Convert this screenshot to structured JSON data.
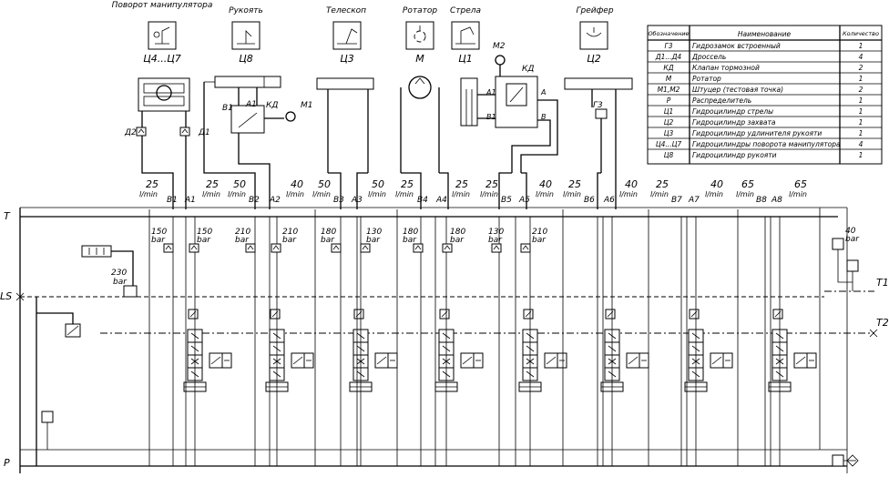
{
  "functions": [
    {
      "title": "Поворот манипулятора",
      "code": "Ц4...Ц7",
      "icon": "manipulator-rotate-icon"
    },
    {
      "title": "Рукоять",
      "code": "Ц8",
      "icon": "handle-icon"
    },
    {
      "title": "Телескоп",
      "code": "Ц3",
      "icon": "telescope-icon"
    },
    {
      "title": "Ротатор",
      "code": "М",
      "icon": "rotator-icon"
    },
    {
      "title": "Стрела",
      "code": "Ц1",
      "icon": "boom-icon"
    },
    {
      "title": "Грейфер",
      "code": "Ц2",
      "icon": "grapple-icon"
    }
  ],
  "component_labels": {
    "d2": "Д2",
    "d1": "Д1",
    "kd1": "КД",
    "m1": "М1",
    "kd2": "КД",
    "m2": "М2",
    "g3": "Г3",
    "a1v": "А1",
    "b1v": "В1",
    "a1c": "А1",
    "b1c": "В1",
    "a_c": "А",
    "b_c": "В"
  },
  "ports": [
    {
      "flow": "25",
      "unit": "l/min",
      "name": "B1"
    },
    {
      "flow": "25",
      "unit": "l/min",
      "name": "A1"
    },
    {
      "flow": "50",
      "unit": "l/min",
      "name": "B2"
    },
    {
      "flow": "40",
      "unit": "l/min",
      "name": "A2"
    },
    {
      "flow": "50",
      "unit": "l/min",
      "name": "B3"
    },
    {
      "flow": "50",
      "unit": "l/min",
      "name": "A3"
    },
    {
      "flow": "25",
      "unit": "l/min",
      "name": "B4"
    },
    {
      "flow": "25",
      "unit": "l/min",
      "name": "A4"
    },
    {
      "flow": "25",
      "unit": "l/min",
      "name": "B5"
    },
    {
      "flow": "40",
      "unit": "l/min",
      "name": "A5"
    },
    {
      "flow": "25",
      "unit": "l/min",
      "name": "B6"
    },
    {
      "flow": "40",
      "unit": "l/min",
      "name": "A6"
    },
    {
      "flow": "25",
      "unit": "l/min",
      "name": "B7"
    },
    {
      "flow": "40",
      "unit": "l/min",
      "name": "A7"
    },
    {
      "flow": "65",
      "unit": "l/min",
      "name": "B8"
    },
    {
      "flow": "65",
      "unit": "l/min",
      "name": "A8"
    }
  ],
  "relief_valves": [
    {
      "value": "150",
      "unit": "bar"
    },
    {
      "value": "150",
      "unit": "bar"
    },
    {
      "value": "210",
      "unit": "bar"
    },
    {
      "value": "210",
      "unit": "bar"
    },
    {
      "value": "180",
      "unit": "bar"
    },
    {
      "value": "130",
      "unit": "bar"
    },
    {
      "value": "180",
      "unit": "bar"
    },
    {
      "value": "180",
      "unit": "bar"
    },
    {
      "value": "130",
      "unit": "bar"
    },
    {
      "value": "210",
      "unit": "bar"
    }
  ],
  "main_relief": {
    "value": "230",
    "unit": "bar"
  },
  "outlet_relief": {
    "value": "40",
    "unit": "bar"
  },
  "lines": {
    "t": "T",
    "ls": "LS",
    "p": "P",
    "t1": "T1",
    "t2": "T2"
  },
  "table": {
    "headers": [
      "Обозначение",
      "Наименование",
      "Количество"
    ],
    "rows": [
      [
        "Г3",
        "Гидрозамок встроенный",
        "1"
      ],
      [
        "Д1...Д4",
        "Дроссель",
        "4"
      ],
      [
        "КД",
        "Клапан тормозной",
        "2"
      ],
      [
        "М",
        "Ротатор",
        "1"
      ],
      [
        "М1,М2",
        "Штуцер (тестовая точка)",
        "2"
      ],
      [
        "Р",
        "Распределитель",
        "1"
      ],
      [
        "Ц1",
        "Гидроцилиндр стрелы",
        "1"
      ],
      [
        "Ц2",
        "Гидроцилиндр захвата",
        "1"
      ],
      [
        "Ц3",
        "Гидроцилиндр удлинителя рукояти",
        "1"
      ],
      [
        "Ц4...Ц7",
        "Гидроцилиндры поворота манипулятора",
        "4"
      ],
      [
        "Ц8",
        "Гидроцилиндр рукояти",
        "1"
      ]
    ]
  }
}
